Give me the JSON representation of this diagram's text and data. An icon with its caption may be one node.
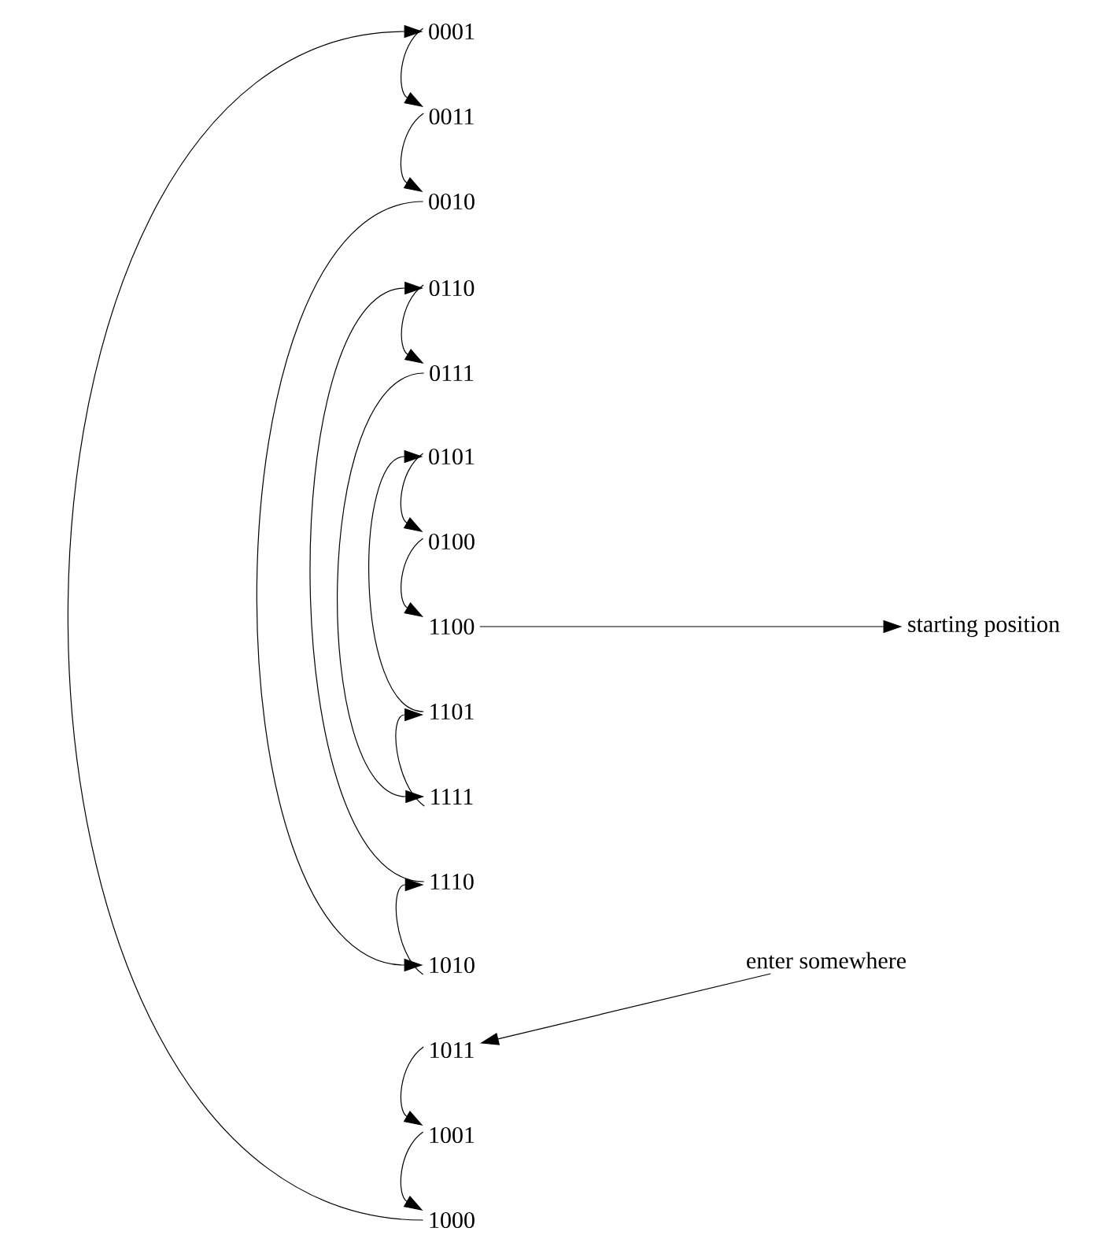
{
  "diagram": {
    "nodes": [
      {
        "text": [
          "0001"
        ]
      },
      {
        "text": [
          "0011"
        ]
      },
      {
        "text": [
          "0010"
        ]
      },
      {
        "text": [
          "0110"
        ]
      },
      {
        "text": [
          "0111"
        ]
      },
      {
        "text": [
          "0101"
        ]
      },
      {
        "text": [
          "0100"
        ]
      },
      {
        "text": [
          "1100"
        ]
      },
      {
        "text": [
          "1101"
        ]
      },
      {
        "text": [
          "1111"
        ]
      },
      {
        "text": [
          "1110"
        ]
      },
      {
        "text": [
          "1010"
        ]
      },
      {
        "text": [
          "1011"
        ]
      },
      {
        "text": [
          "1001"
        ]
      },
      {
        "text": [
          "1000"
        ]
      },
      {
        "text": [
          "starting position"
        ]
      },
      {
        "text": [
          "enter somewhere"
        ]
      }
    ],
    "edges": [
      {
        "from": 0,
        "to": 1,
        "arrow": "to"
      },
      {
        "from": 1,
        "to": 2,
        "arrow": "to"
      },
      {
        "from": 2,
        "to": 11,
        "arrow": "to"
      },
      {
        "from": 11,
        "to": 10,
        "arrow": "to"
      },
      {
        "from": 10,
        "to": 3,
        "arrow": "to"
      },
      {
        "from": 3,
        "to": 4,
        "arrow": "to"
      },
      {
        "from": 4,
        "to": 9,
        "arrow": "to"
      },
      {
        "from": 9,
        "to": 8,
        "arrow": "to"
      },
      {
        "from": 8,
        "to": 5,
        "arrow": "to"
      },
      {
        "from": 5,
        "to": 6,
        "arrow": "to"
      },
      {
        "from": 6,
        "to": 7,
        "arrow": "to"
      },
      {
        "from": 7,
        "to": 15,
        "arrow": "to"
      },
      {
        "from": 16,
        "to": 12,
        "arrow": "to"
      },
      {
        "from": 12,
        "to": 13,
        "arrow": "to"
      },
      {
        "from": 13,
        "to": 14,
        "arrow": "to"
      },
      {
        "from": 14,
        "to": 0,
        "arrow": "to"
      }
    ]
  }
}
